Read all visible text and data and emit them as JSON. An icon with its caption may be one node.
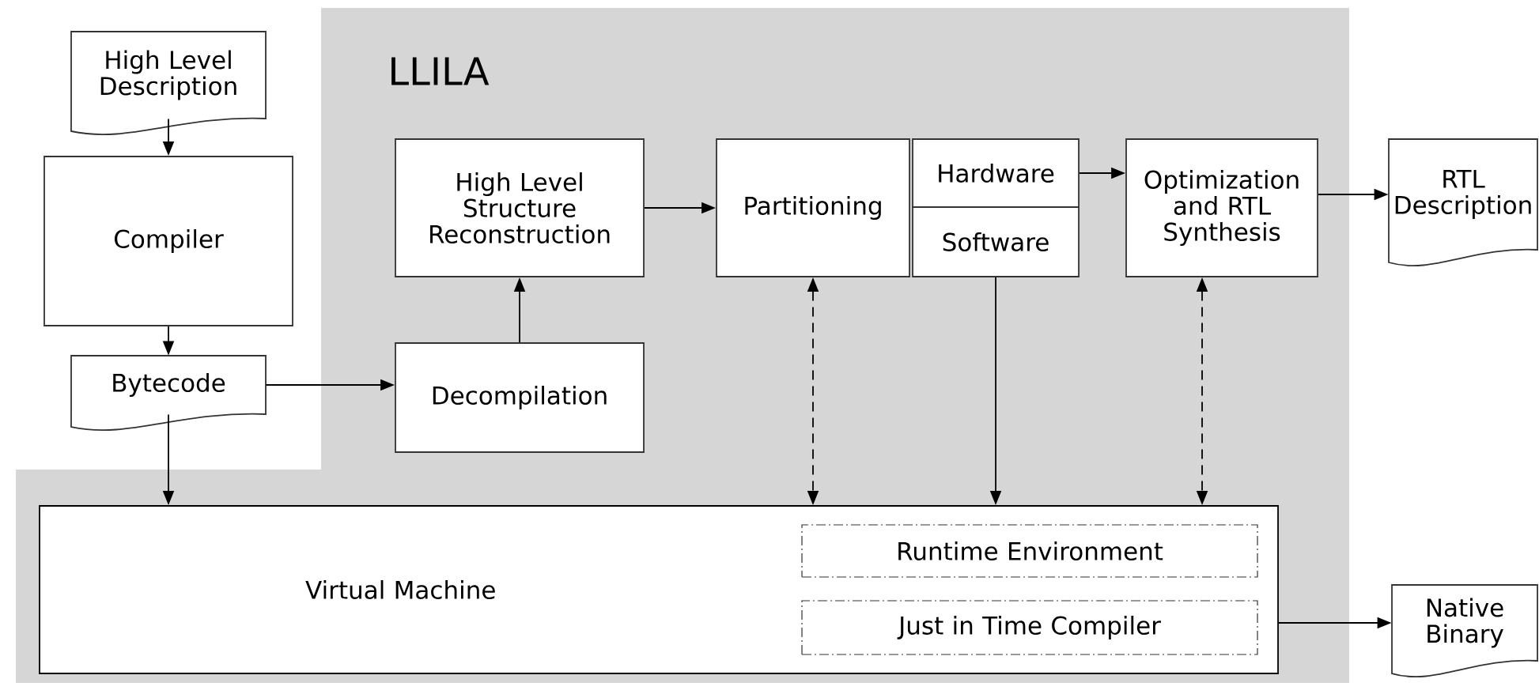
{
  "diagram": {
    "nodes": [
      {
        "text": [
          "LLILA"
        ]
      },
      {
        "text": [
          "High Level Description"
        ]
      },
      {
        "text": [
          "Compiler"
        ]
      },
      {
        "text": [
          "Bytecode"
        ]
      },
      {
        "text": [
          "High Level Structure Reconstruction"
        ],
        "in": 0
      },
      {
        "text": [
          "Decompilation"
        ],
        "in": 0
      },
      {
        "text": [
          "Partitioning"
        ],
        "in": 0
      },
      {
        "text": [
          "Hardware"
        ],
        "in": 0
      },
      {
        "text": [
          "Software"
        ],
        "in": 0
      },
      {
        "text": [
          "Optimization and RTL Synthesis"
        ],
        "in": 0
      },
      {
        "text": [
          "RTL Description"
        ]
      },
      {
        "text": [
          "Virtual Machine"
        ],
        "in": 0
      },
      {
        "text": [
          "Runtime Environment"
        ],
        "in": 11
      },
      {
        "text": [
          "Just in Time Compiler"
        ],
        "in": 11
      },
      {
        "text": [
          "Native Binary"
        ]
      }
    ],
    "edges": [
      {
        "from": 1,
        "to": 2,
        "arrow": "to"
      },
      {
        "from": 2,
        "to": 3,
        "arrow": "to"
      },
      {
        "from": 3,
        "to": 5,
        "arrow": "to"
      },
      {
        "from": 3,
        "to": 11,
        "arrow": "to"
      },
      {
        "from": 5,
        "to": 4,
        "arrow": "to"
      },
      {
        "from": 4,
        "to": 6,
        "arrow": "to"
      },
      {
        "from": 7,
        "to": 9,
        "arrow": "to"
      },
      {
        "from": 9,
        "to": 10,
        "arrow": "to"
      },
      {
        "from": 6,
        "to": 11,
        "arrow": "both",
        "style": "dashed"
      },
      {
        "from": 8,
        "to": 11,
        "arrow": "to"
      },
      {
        "from": 9,
        "to": 11,
        "arrow": "both",
        "style": "dashed"
      },
      {
        "from": 11,
        "to": 14,
        "arrow": "to"
      }
    ]
  }
}
